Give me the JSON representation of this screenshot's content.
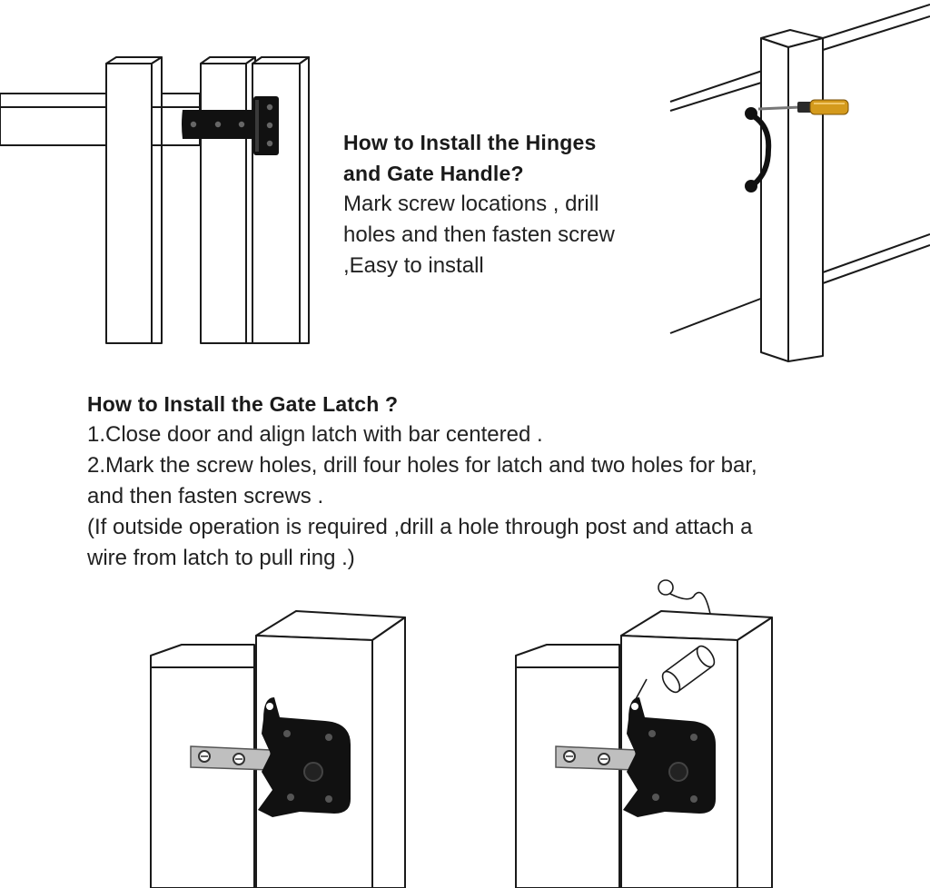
{
  "hinges_section": {
    "title_line1": "How to Install the Hinges",
    "title_line2": "and Gate Handle?",
    "body_line1": "Mark screw locations , drill",
    "body_line2": "holes and then fasten screw",
    "body_line3": ",Easy to install"
  },
  "latch_section": {
    "title": "How to Install the Gate Latch ?",
    "step1": "1.Close door and align latch with bar centered .",
    "step2_line1": "2.Mark the screw holes, drill four holes for latch and two holes for bar,",
    "step2_line2": "and then fasten screws .",
    "note_line1": "(If outside operation is required ,drill a hole through post and attach a",
    "note_line2": "wire from latch to pull ring .)"
  },
  "colors": {
    "line": "#1a1a1a",
    "hardware": "#111111",
    "screwdriver_handle": "#d49a1c",
    "steel": "#bfbfbf"
  }
}
